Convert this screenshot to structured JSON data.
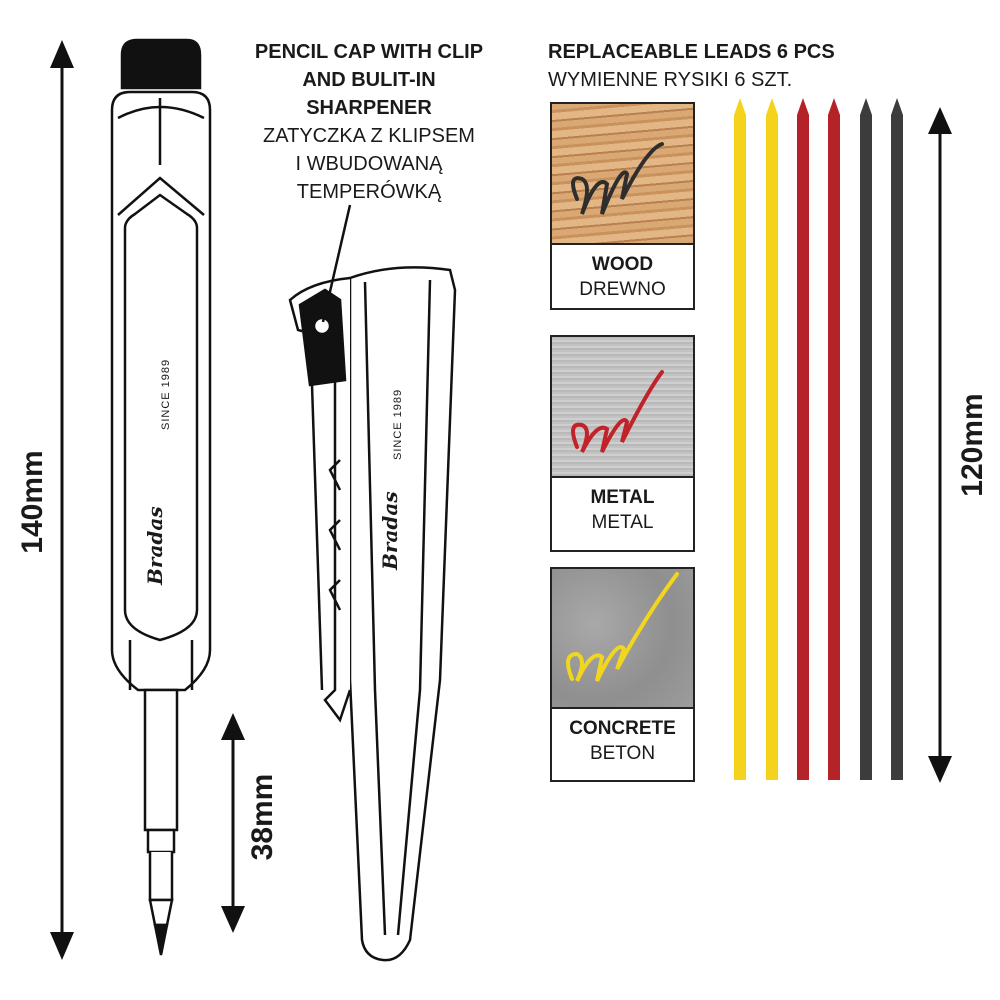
{
  "dimensions": {
    "total_length": "140mm",
    "lead_extension": "38mm",
    "lead_length": "120mm"
  },
  "cap_callout": {
    "title_lines": [
      "PENCIL CAP WITH CLIP",
      "AND BULIT-IN",
      "SHARPENER"
    ],
    "subtitle_lines": [
      "ZATYCZKA Z KLIPSEM",
      "I WBUDOWANĄ",
      "TEMPERÓWKĄ"
    ]
  },
  "pencil": {
    "brand": "Bradas",
    "since": "SINCE 1989"
  },
  "leads": {
    "title": "REPLACEABLE LEADS 6 PCS",
    "subtitle": "WYMIENNE RYSIKI 6 SZT.",
    "colors": [
      "#F5D31C",
      "#F5D31C",
      "#B52228",
      "#B52228",
      "#3C3C3C",
      "#3C3C3C"
    ]
  },
  "surfaces": [
    {
      "name": "WOOD",
      "name_pl": "DREWNO",
      "stroke": "#2e2e2e"
    },
    {
      "name": "METAL",
      "name_pl": "METAL",
      "stroke": "#C0232A"
    },
    {
      "name": "CONCRETE",
      "name_pl": "BETON",
      "stroke": "#F2D51E"
    }
  ]
}
